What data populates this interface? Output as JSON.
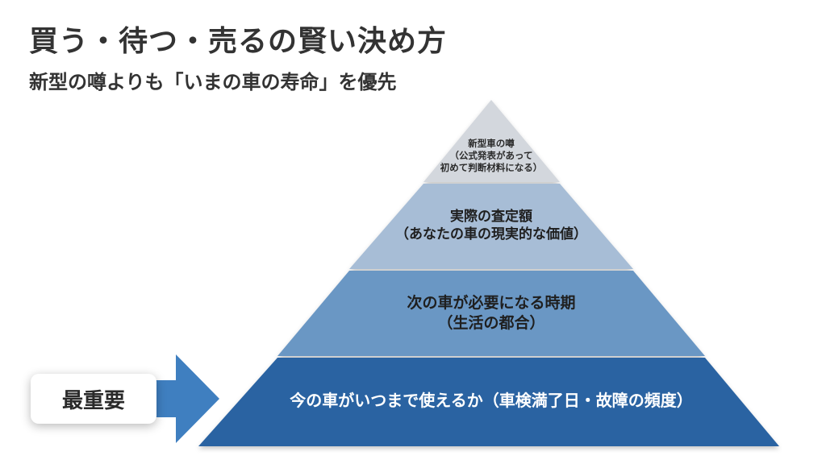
{
  "header": {
    "title": "買う・待つ・売るの賢い決め方",
    "subtitle": "新型の噂よりも「いまの車の寿命」を優先"
  },
  "pyramid": {
    "tiers": [
      {
        "lines": [
          "新型車の噂",
          "（公式発表があって",
          "初めて判断材料になる）"
        ],
        "color": "#d3d7dd"
      },
      {
        "lines": [
          "実際の査定額",
          "（あなたの車の現実的な価値）"
        ],
        "color": "#a7bdd6"
      },
      {
        "lines": [
          "次の車が必要になる時期",
          "（生活の都合）"
        ],
        "color": "#6b97c4"
      },
      {
        "lines": [
          "今の車がいつまで使えるか（車検満了日・故障の頻度）"
        ],
        "color": "#2c64a2"
      }
    ]
  },
  "priority": {
    "badge_label": "最重要",
    "arrow_color": "#3f7fc0"
  }
}
